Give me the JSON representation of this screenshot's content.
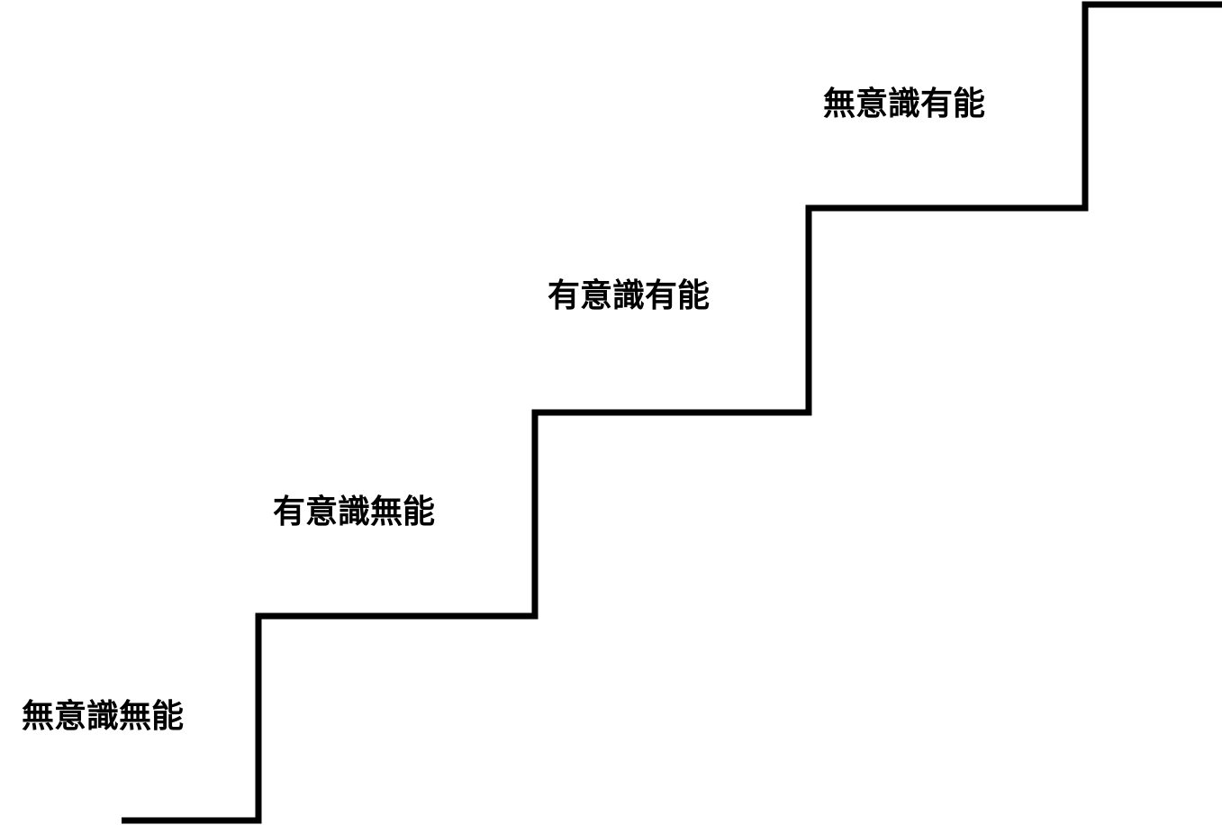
{
  "diagram": {
    "stages": [
      {
        "label": "無意識無能"
      },
      {
        "label": "有意識無能"
      },
      {
        "label": "有意識有能"
      },
      {
        "label": "無意識有能"
      }
    ],
    "colors": {
      "line": "#000000",
      "background": "#ffffff",
      "text": "#000000"
    }
  }
}
